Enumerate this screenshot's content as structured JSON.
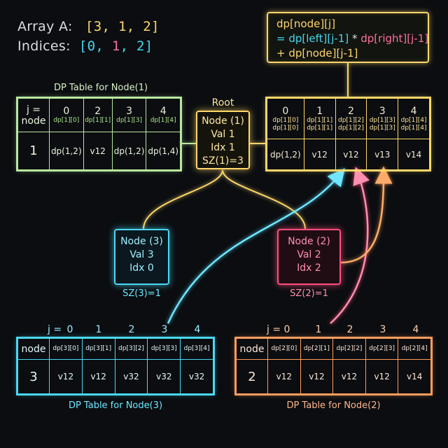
{
  "array_line": {
    "key": "Array A:",
    "values": "[3, 1, 2]"
  },
  "indices_line": {
    "key": "Indices:",
    "open": "[",
    "v0": "0",
    "sep1": ", ",
    "v1": "1",
    "sep2": ", ",
    "v2": "2",
    "close": "]"
  },
  "formula": {
    "l1": "dp[node][j]",
    "l2a": "= ",
    "l2b": "dp[left][j-1]",
    "l2c": " * ",
    "l2d": "dp[right][j-1]",
    "l3": "+ dp[node][j-1]"
  },
  "root": {
    "caption": "Root",
    "l1": "Node (1)",
    "l2": "Val 1",
    "l3": "Idx 1",
    "l4": "SZ(1)=3"
  },
  "node3": {
    "l1": "Node (3)",
    "l2": "Val 3",
    "l3": "Idx 0",
    "size": "SZ(3)=1"
  },
  "node2": {
    "l1": "Node (2)",
    "l2": "Val 2",
    "l3": "Idx 2",
    "size": "SZ(2)=1"
  },
  "table1": {
    "title": "DP Table for Node(1)",
    "corner": [
      "j =",
      "node"
    ],
    "cols": [
      {
        "j": "0",
        "sub": "dp[1][0]"
      },
      {
        "j": "2",
        "sub": "dp[1][1]"
      },
      {
        "j": "3",
        "sub": "dp[1][3]"
      },
      {
        "j": "4",
        "sub": "dp[1][4]"
      }
    ],
    "row_label": "1",
    "cells": [
      "dp(1,2)",
      "v12",
      "dp(1,2)",
      "dp(1,4)"
    ]
  },
  "table_right": {
    "cols": [
      {
        "j": "0",
        "sub1": "dp[1][0]",
        "sub2": "dp[1][0]"
      },
      {
        "j": "1",
        "sub1": "dp[1][1]",
        "sub2": "dp[1][1]"
      },
      {
        "j": "2",
        "sub1": "dp[1][2]",
        "sub2": "dp[1][2]"
      },
      {
        "j": "3",
        "sub1": "dp[1][3]",
        "sub2": "dp[1][3]"
      },
      {
        "j": "4",
        "sub1": "dp[1][4]",
        "sub2": "dp[1][4]"
      }
    ],
    "cells": [
      "dp(1,2)",
      "v12",
      "v12",
      "v13",
      "v14"
    ]
  },
  "table3": {
    "title": "DP Table for Node(3)",
    "jlabel": "j =",
    "jvals": [
      "0",
      "1",
      "2",
      "3",
      "4"
    ],
    "corner": "node",
    "subs": [
      "dp[3][0]",
      "dp[3][1]",
      "dp[3][2]",
      "dp[3][3]",
      "dp[3][4]"
    ],
    "row_label": "3",
    "cells": [
      "v12",
      "v12",
      "v32",
      "v32",
      "v32"
    ]
  },
  "table2": {
    "title": "DP Table for Node(2)",
    "jlabel": "j =",
    "jvals": [
      "0",
      "1",
      "2",
      "3",
      "4"
    ],
    "corner": "node",
    "subs": [
      "dp[2][0]",
      "dp[2][1]",
      "dp[2][2]",
      "dp[2][3]",
      "dp[2][4]"
    ],
    "row_label": "2",
    "cells": [
      "v12",
      "v12",
      "v12",
      "v12",
      "v14"
    ]
  },
  "colors": {
    "yellow": "#ffd76a",
    "green": "#b8e8a0",
    "cyan": "#4ad8f4",
    "pink": "#ff4f7e",
    "orange": "#ff9e5e",
    "background": "#0b0d10"
  }
}
